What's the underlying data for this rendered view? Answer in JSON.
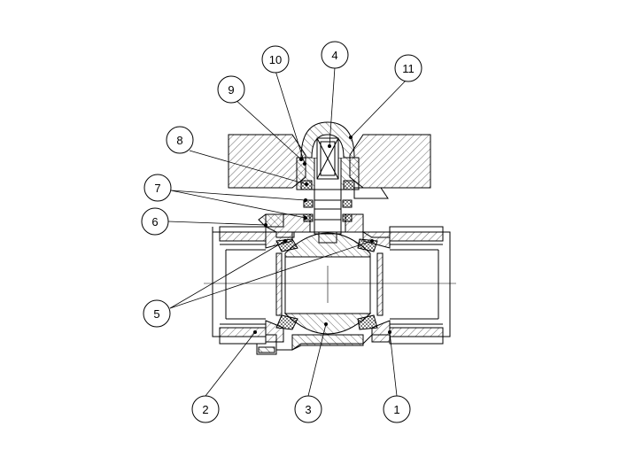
{
  "diagram": {
    "type": "ball-valve-cross-section",
    "colors": {
      "line": "#000000",
      "background": "#ffffff",
      "hatch": "#000000"
    },
    "callouts": [
      {
        "id": "c1",
        "label": "1"
      },
      {
        "id": "c2",
        "label": "2"
      },
      {
        "id": "c3",
        "label": "3"
      },
      {
        "id": "c4",
        "label": "4"
      },
      {
        "id": "c5",
        "label": "5"
      },
      {
        "id": "c6",
        "label": "6"
      },
      {
        "id": "c7",
        "label": "7"
      },
      {
        "id": "c8",
        "label": "8"
      },
      {
        "id": "c9",
        "label": "9"
      },
      {
        "id": "c10",
        "label": "10"
      },
      {
        "id": "c11",
        "label": "11"
      }
    ]
  }
}
